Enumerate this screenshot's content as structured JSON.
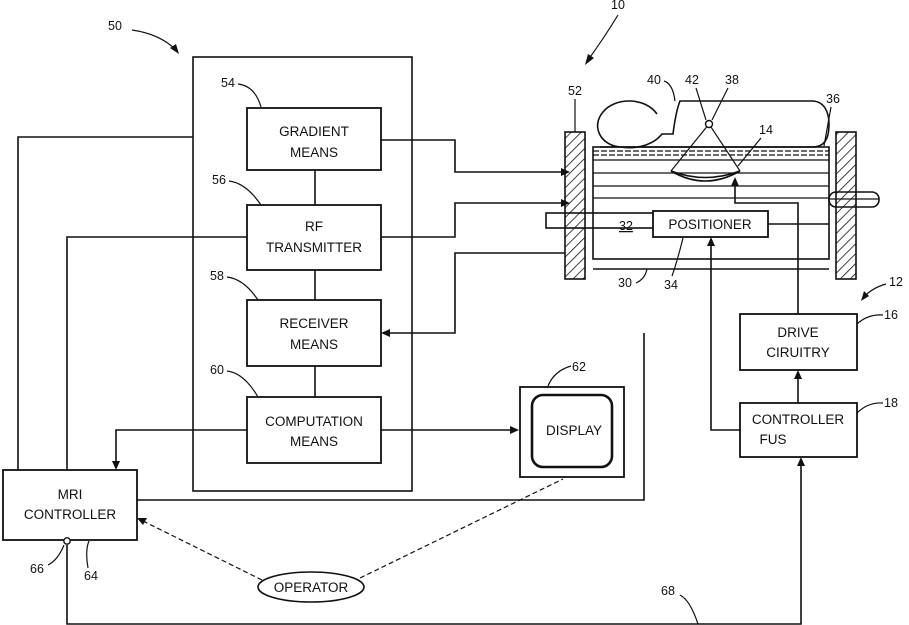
{
  "blocks": {
    "gradient": [
      "GRADIENT",
      "MEANS"
    ],
    "rf": [
      "RF",
      "TRANSMITTER"
    ],
    "receiver": [
      "RECEIVER",
      "MEANS"
    ],
    "computation": [
      "COMPUTATION",
      "MEANS"
    ],
    "mri": [
      "MRI",
      "CONTROLLER"
    ],
    "display": "DISPLAY",
    "operator": "OPERATOR",
    "positioner": "POSITIONER",
    "drive": [
      "DRIVE",
      "CIRUITRY"
    ],
    "controller": [
      "CONTROLLER",
      "FUS"
    ]
  },
  "refs": {
    "r50": "50",
    "r10": "10",
    "r54": "54",
    "r56": "56",
    "r58": "58",
    "r60": "60",
    "r62": "62",
    "r52": "52",
    "r40": "40",
    "r42": "42",
    "r38": "38",
    "r36": "36",
    "r14": "14",
    "r32": "32",
    "r30": "30",
    "r34": "34",
    "r12": "12",
    "r16": "16",
    "r18": "18",
    "r66": "66",
    "r64": "64",
    "r68": "68"
  }
}
